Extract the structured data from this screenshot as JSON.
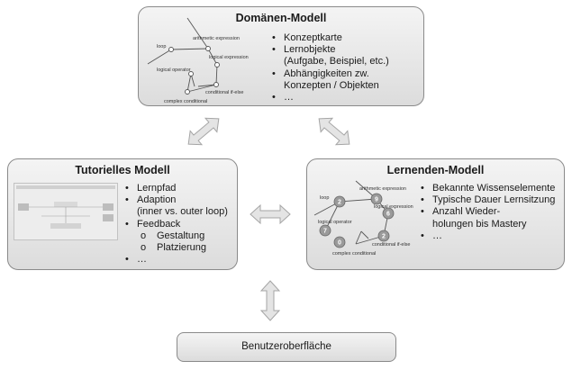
{
  "domain_model": {
    "title": "Domänen-Modell",
    "bullets": [
      "Konzeptkarte",
      "Lernobjekte",
      "(Aufgabe, Beispiel, etc.)",
      "Abhängigkeiten zw.",
      "Konzepten / Objekten",
      "…"
    ],
    "graph_labels": {
      "loop": "loop",
      "arithmetic": "arithmetic expression",
      "logical_expression": "logical expression",
      "logical_operator": "logical operator",
      "conditional": "conditional if-else",
      "complex": "complex conditional"
    }
  },
  "tutor_model": {
    "title": "Tutorielles Modell",
    "bullets": [
      "Lernpfad",
      "Adaption",
      "(inner vs. outer loop)",
      "Feedback"
    ],
    "sub_bullets": [
      "Gestaltung",
      "Platzierung"
    ],
    "last_bullet": "…"
  },
  "learner_model": {
    "title": "Lernenden-Modell",
    "bullets": [
      "Bekannte Wissenselemente",
      "Typische Dauer Lernsitzung",
      "Anzahl Wieder-",
      "holungen bis Mastery",
      "…"
    ],
    "graph_labels": {
      "loop": "loop",
      "arithmetic": "arithmetic expression",
      "logical_expression": "logical expression",
      "logical_operator": "logical operator",
      "conditional": "conditional if-else",
      "complex": "complex conditional"
    },
    "node_values": {
      "loop": "2",
      "arithmetic": "9",
      "logical_expression": "6",
      "logical_operator": "7",
      "complex": "0",
      "conditional": "2"
    }
  },
  "user_interface": {
    "title": "Benutzeroberfläche"
  },
  "colors": {
    "box_border": "#8a8a8a",
    "box_fill_top": "#f4f4f4",
    "box_fill_bottom": "#dcdcdc",
    "arrow_fill": "#e4e4e4",
    "arrow_stroke": "#a5a5a5",
    "node_badge": "#9a9a9a"
  }
}
